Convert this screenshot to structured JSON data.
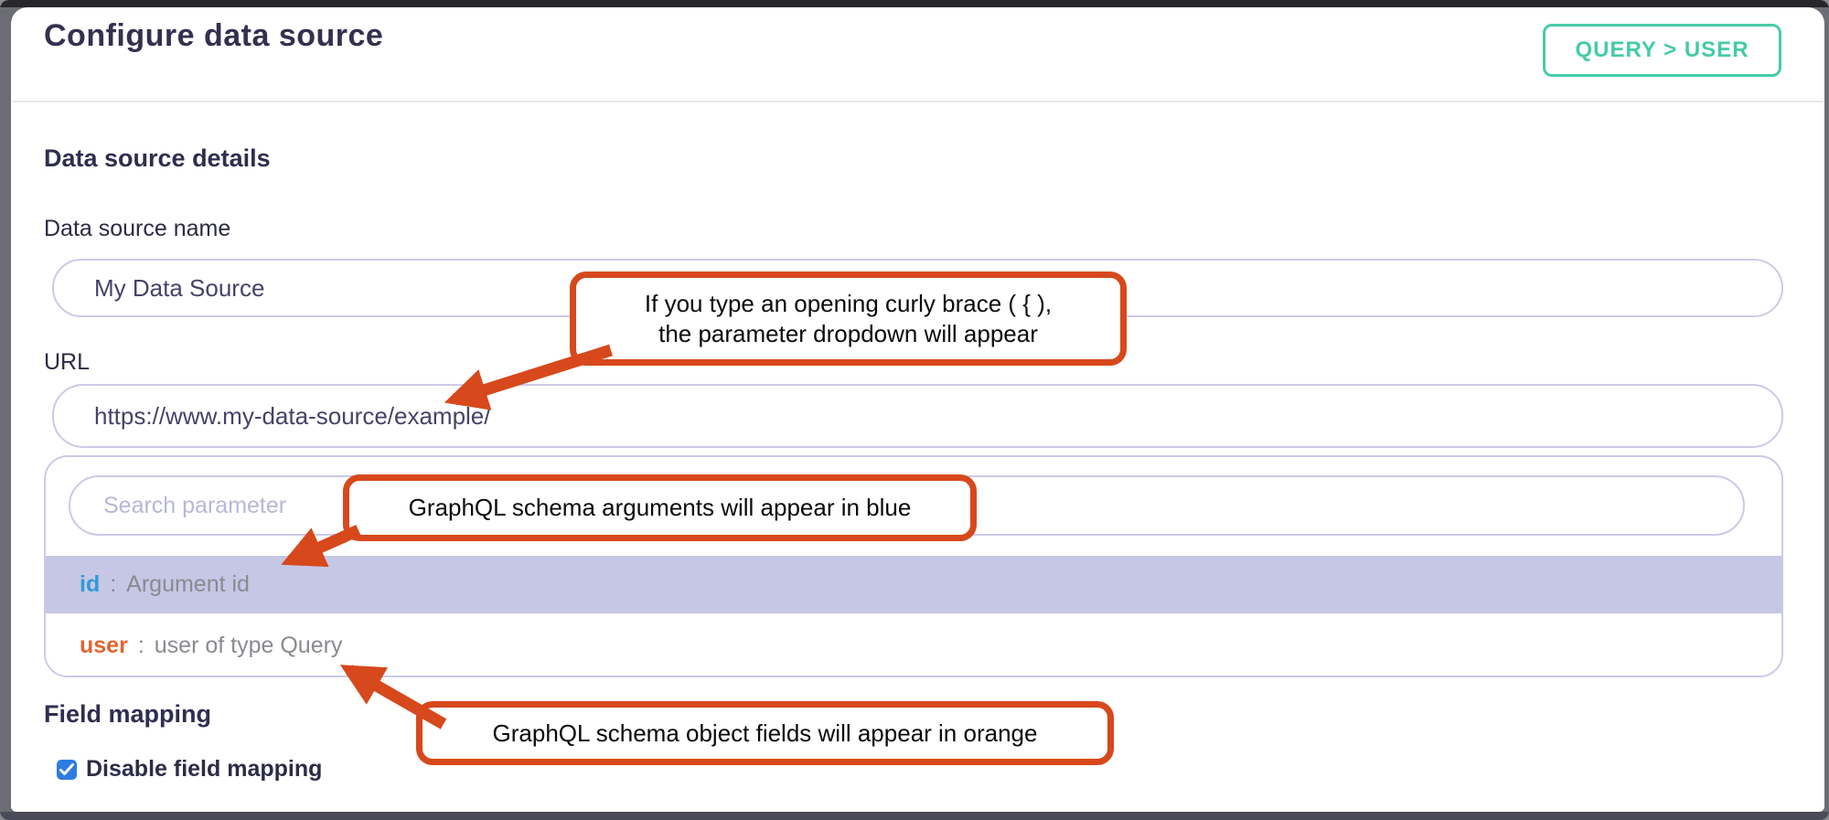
{
  "header": {
    "title": "Configure data source",
    "badge_label": "QUERY > USER"
  },
  "details": {
    "heading": "Data source details",
    "name_label": "Data source name",
    "name_value": "My Data Source",
    "url_label": "URL",
    "url_value": "https://www.my-data-source/example/"
  },
  "dropdown": {
    "search_placeholder": "Search parameter",
    "items": [
      {
        "name": "id",
        "sep": ":",
        "desc": "Argument id",
        "kind": "argument",
        "color": "#2f9bd8",
        "highlighted": true
      },
      {
        "name": "user",
        "sep": ":",
        "desc": "user of type Query",
        "kind": "object-field",
        "color": "#e06530",
        "highlighted": false
      }
    ]
  },
  "field_mapping": {
    "heading": "Field mapping",
    "checkbox_label": "Disable field mapping",
    "checkbox_checked": true
  },
  "annotations": [
    {
      "line1": "If you type an opening curly brace ( { ),",
      "line2": "the parameter dropdown will appear"
    },
    {
      "line1": "GraphQL schema arguments will appear in blue"
    },
    {
      "line1": "GraphQL schema object fields will appear in orange"
    }
  ],
  "colors": {
    "accent_teal": "#45cba8",
    "annotation_orange": "#d7481c",
    "argument_blue": "#2f9bd8",
    "object_field_orange": "#e06530",
    "highlight_row": "#c6c7e5",
    "checkbox_blue": "#2e7ce1",
    "input_border": "#cacae8",
    "heading_navy": "#2f2e4f"
  }
}
